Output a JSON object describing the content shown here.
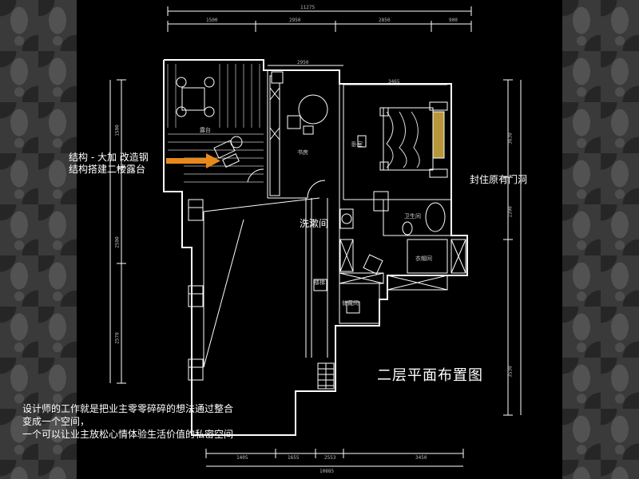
{
  "notes": {
    "structure_line1": "结构 - 大加 改造钢",
    "structure_line2": "结构搭建二楼露台",
    "window": "封住原有门洞",
    "wash": "洗漱间"
  },
  "title": "二层平面布置图",
  "caption": {
    "line1": "设计师的工作就是把业主零零碎碎的想法通过整合",
    "line2": "变成一个空间，",
    "line3": "一个可以让业主放松心情体验生活价值的私密空间"
  },
  "dimensions": {
    "top_total": "11275",
    "top_1": "1500",
    "top_2": "2950",
    "top_3": "2850",
    "top_4": "900",
    "study_width": "2950",
    "bedroom_width": "3465",
    "bottom_1": "1405",
    "bottom_2": "1655",
    "bottom_3": "2553",
    "bottom_4": "3450",
    "bottom_total": "10885",
    "left_1": "1500",
    "left_2": "2500",
    "left_3": "2570",
    "right_1": "3630",
    "right_2": "1390",
    "right_3": "3530"
  },
  "rooms": {
    "terrace": "露台",
    "study": "书房",
    "bedroom": "卧室",
    "bath": "卫生间",
    "closet": "衣帽间",
    "storage": "储藏间",
    "stair": "楼梯"
  },
  "colors": {
    "background": "#000000",
    "lines": "#ffffff",
    "arrow": "#e8891c",
    "frame": "#3a3a3a"
  }
}
